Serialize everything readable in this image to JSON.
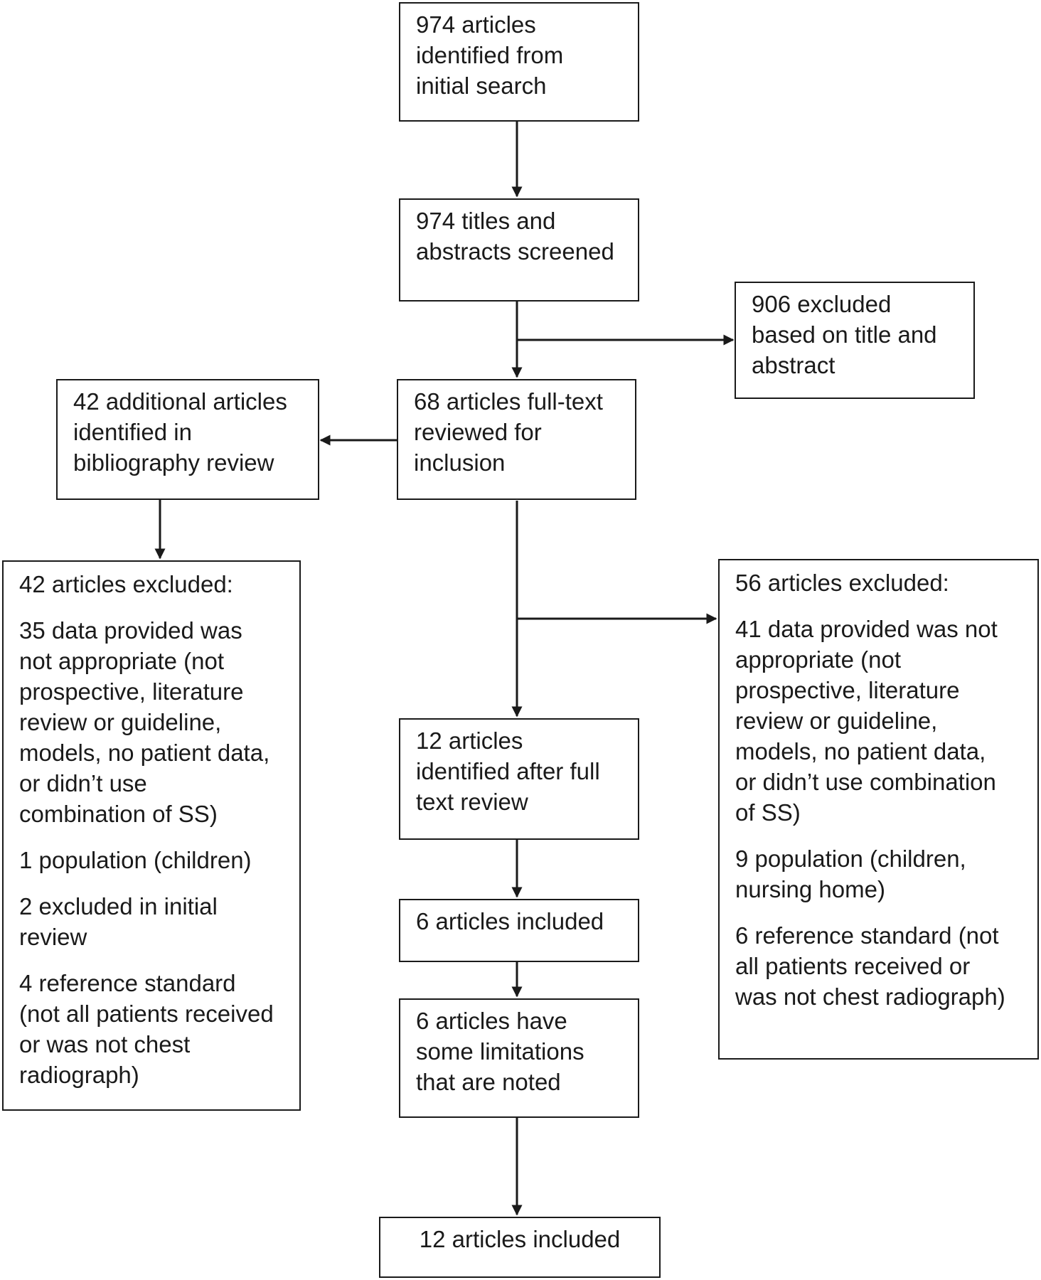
{
  "nodes": {
    "initial_search": [
      "974 articles",
      "identified from",
      "initial search"
    ],
    "screened": [
      "974 titles and",
      "abstracts screened"
    ],
    "excluded_title_abstract": [
      "906 excluded",
      "based on title and",
      "abstract"
    ],
    "full_text": [
      "68 articles full-text",
      "reviewed for",
      "inclusion"
    ],
    "bibliography": [
      "42 additional articles",
      "identified in",
      "bibliography review"
    ],
    "after_full_text": [
      "12 articles",
      "identified after full",
      "text review"
    ],
    "included_6": [
      "6 articles included"
    ],
    "limitations": [
      "6 articles have",
      "some limitations",
      "that are noted"
    ],
    "included_12": [
      "12 articles included"
    ]
  },
  "left_excluded": {
    "heading": "42 articles excluded:",
    "items": [
      [
        "35 data provided was",
        "not appropriate (not",
        "prospective, literature",
        "review or guideline,",
        "models, no patient data,",
        "or didn’t use",
        "combination of SS)"
      ],
      [
        "1 population (children)"
      ],
      [
        "2 excluded in initial",
        "review"
      ],
      [
        "4 reference standard",
        "(not all patients received",
        "or was not chest",
        "radiograph)"
      ]
    ]
  },
  "right_excluded": {
    "heading": "56 articles excluded:",
    "items": [
      [
        "41 data provided was not",
        "appropriate (not",
        "prospective, literature",
        "review or guideline,",
        "models, no patient data,",
        "or didn’t use combination",
        "of SS)"
      ],
      [
        "9 population (children,",
        "nursing home)"
      ],
      [
        "6 reference standard (not",
        "all patients received or",
        "was not chest radiograph)"
      ]
    ]
  }
}
